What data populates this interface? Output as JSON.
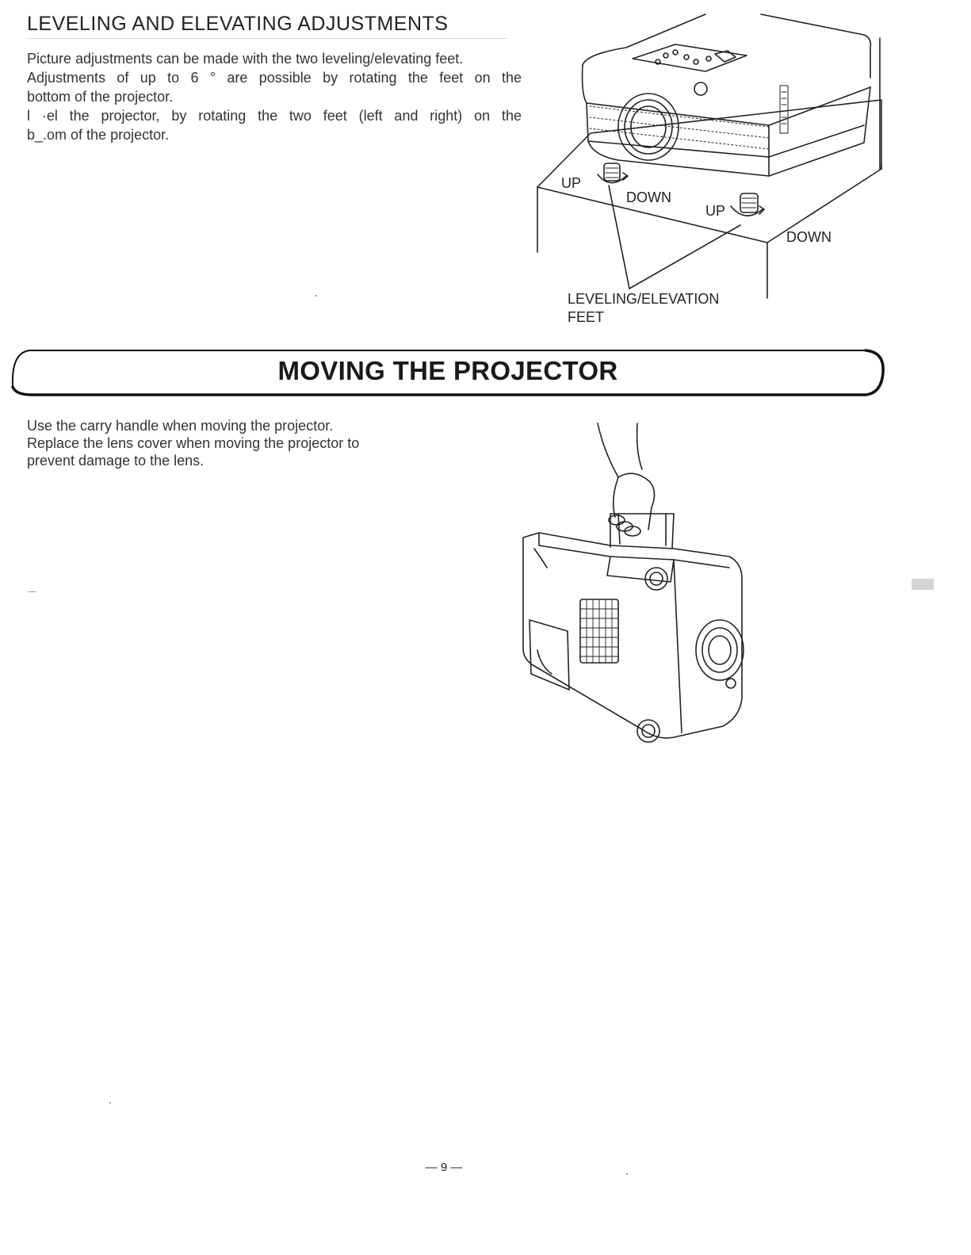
{
  "leveling": {
    "title": "LEVELING AND ELEVATING ADJUSTMENTS",
    "lines": [
      "Picture adjustments can be made with the two leveling/elevating feet.",
      "Adjustments of up to 6 ° are possible by rotating the feet on the",
      "bottom of the projector.",
      "l ·el the projector, by rotating the two feet (left and right) on the",
      "b_.om of the projector."
    ],
    "figure": {
      "label_up_left": "UP",
      "label_down_left": "DOWN",
      "label_up_right": "UP",
      "label_down_right": "DOWN",
      "caption_line1": "LEVELING/ELEVATION",
      "caption_line2": "FEET"
    }
  },
  "moving": {
    "title": "MOVING THE PROJECTOR",
    "lines": [
      "Use the carry handle when moving the projector.",
      "Replace the lens cover when moving the projector to",
      "prevent damage to the lens."
    ]
  },
  "footer": {
    "page_number": "— 9 —"
  }
}
